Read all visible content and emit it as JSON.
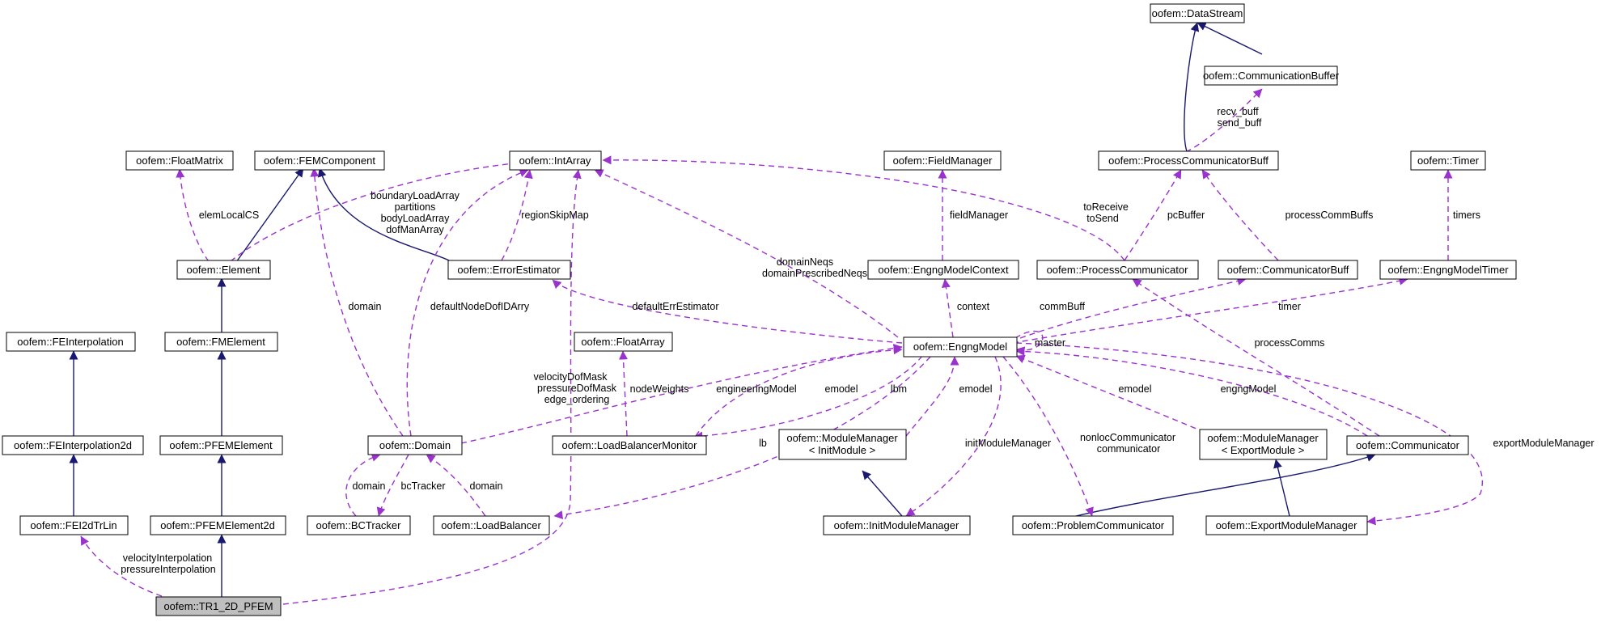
{
  "colors": {
    "inheritance_edge": "#191970",
    "usage_edge": "#9a32cd",
    "highlight_node": "#bfbfbf"
  },
  "nodes": [
    {
      "id": "DataStream",
      "label": "oofem::DataStream"
    },
    {
      "id": "CommunicationBuffer",
      "label": "oofem::CommunicationBuffer"
    },
    {
      "id": "ProcessCommunicatorBuff",
      "label": "oofem::ProcessCommunicatorBuff"
    },
    {
      "id": "Timer",
      "label": "oofem::Timer"
    },
    {
      "id": "FloatMatrix",
      "label": "oofem::FloatMatrix"
    },
    {
      "id": "FEMComponent",
      "label": "oofem::FEMComponent"
    },
    {
      "id": "IntArray",
      "label": "oofem::IntArray"
    },
    {
      "id": "FieldManager",
      "label": "oofem::FieldManager"
    },
    {
      "id": "Element",
      "label": "oofem::Element"
    },
    {
      "id": "ErrorEstimator",
      "label": "oofem::ErrorEstimator"
    },
    {
      "id": "EngngModelContext",
      "label": "oofem::EngngModelContext"
    },
    {
      "id": "ProcessCommunicator",
      "label": "oofem::ProcessCommunicator"
    },
    {
      "id": "CommunicatorBuff",
      "label": "oofem::CommunicatorBuff"
    },
    {
      "id": "EngngModelTimer",
      "label": "oofem::EngngModelTimer"
    },
    {
      "id": "FEInterpolation",
      "label": "oofem::FEInterpolation"
    },
    {
      "id": "FMElement",
      "label": "oofem::FMElement"
    },
    {
      "id": "FloatArray",
      "label": "oofem::FloatArray"
    },
    {
      "id": "EngngModel",
      "label": "oofem::EngngModel"
    },
    {
      "id": "FEInterpolation2d",
      "label": "oofem::FEInterpolation2d"
    },
    {
      "id": "PFEMElement",
      "label": "oofem::PFEMElement"
    },
    {
      "id": "Domain",
      "label": "oofem::Domain"
    },
    {
      "id": "LoadBalancerMonitor",
      "label": "oofem::LoadBalancerMonitor"
    },
    {
      "id": "ModuleManagerInit",
      "label": "oofem::ModuleManager",
      "label2": "< InitModule >"
    },
    {
      "id": "ModuleManagerExport",
      "label": "oofem::ModuleManager",
      "label2": "< ExportModule >"
    },
    {
      "id": "Communicator",
      "label": "oofem::Communicator"
    },
    {
      "id": "FEI2dTrLin",
      "label": "oofem::FEI2dTrLin"
    },
    {
      "id": "PFEMElement2d",
      "label": "oofem::PFEMElement2d"
    },
    {
      "id": "BCTracker",
      "label": "oofem::BCTracker"
    },
    {
      "id": "LoadBalancer",
      "label": "oofem::LoadBalancer"
    },
    {
      "id": "InitModuleManager",
      "label": "oofem::InitModuleManager"
    },
    {
      "id": "ProblemCommunicator",
      "label": "oofem::ProblemCommunicator"
    },
    {
      "id": "ExportModuleManager",
      "label": "oofem::ExportModuleManager"
    },
    {
      "id": "TR1_2D_PFEM",
      "label": "oofem::TR1_2D_PFEM"
    }
  ],
  "edge_labels": {
    "recv_buff": "recv_buff",
    "send_buff": "send_buff",
    "elemLocalCS": "elemLocalCS",
    "boundaryLoadArray": "boundaryLoadArray",
    "partitions": "partitions",
    "bodyLoadArray": "bodyLoadArray",
    "dofManArray": "dofManArray",
    "regionSkipMap": "regionSkipMap",
    "fieldManager": "fieldManager",
    "toReceive": "toReceive",
    "toSend": "toSend",
    "pcBuffer": "pcBuffer",
    "processCommBuffs": "processCommBuffs",
    "timers": "timers",
    "domainNeqs": "domainNeqs",
    "domainPrescribedNeqs": "domainPrescribedNeqs",
    "domain_1": "domain",
    "defaultNodeDofIDArry": "defaultNodeDofIDArry",
    "defaultErrEstimator": "defaultErrEstimator",
    "context": "context",
    "commBuff": "commBuff",
    "timer": "timer",
    "master": "master",
    "processComms": "processComms",
    "velocityDofMask": "velocityDofMask",
    "pressureDofMask": "pressureDofMask",
    "edge_ordering": "edge_ordering",
    "nodeWeights": "nodeWeights",
    "engineeringModel": "engineeringModel",
    "emodel_1": "emodel",
    "lbm": "lbm",
    "emodel_2": "emodel",
    "emodel_3": "emodel",
    "engngModel": "engngModel",
    "lb": "lb",
    "initModuleManager": "initModuleManager",
    "nonlocCommunicator": "nonlocCommunicator",
    "communicator": "communicator",
    "exportModuleManager": "exportModuleManager",
    "domain_2": "domain",
    "bcTracker": "bcTracker",
    "domain_3": "domain",
    "velocityInterpolation": "velocityInterpolation",
    "pressureInterpolation": "pressureInterpolation"
  }
}
